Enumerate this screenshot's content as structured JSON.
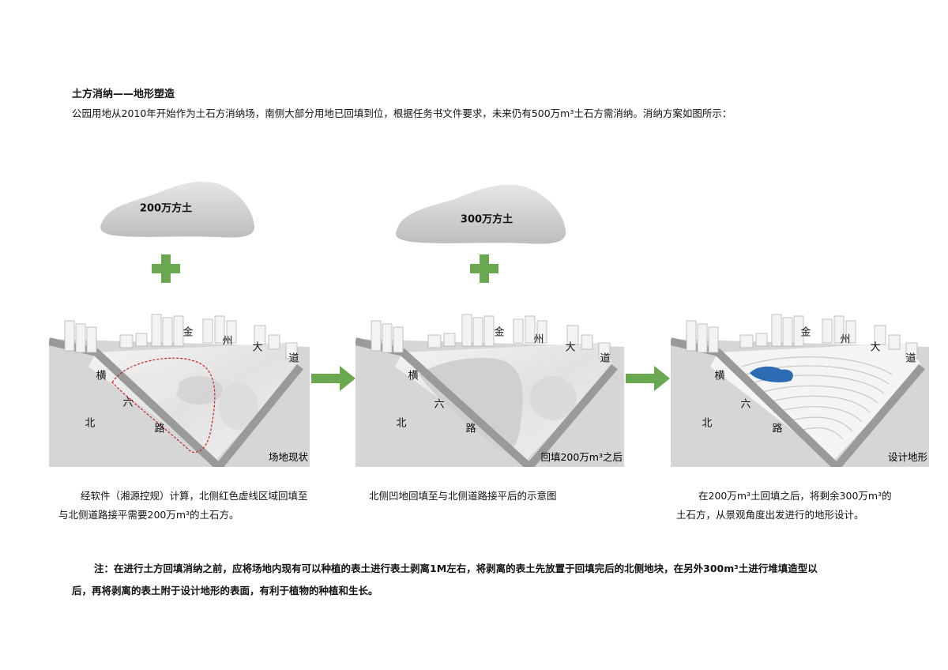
{
  "heading": {
    "title": "土方消纳——地形塑造",
    "intro": "公园用地从2010年开始作为土石方消纳场，南侧大部分用地已回填到位，根据任务书文件要求，未来仍有500万m³土石方需消纳。消纳方案如图所示："
  },
  "clouds": [
    {
      "label": "200万方土"
    },
    {
      "label": "300万方土"
    }
  ],
  "road_chars": {
    "north_heng": "横",
    "north_liu": "六",
    "north_lu": "路",
    "north_bei": "北",
    "east_jin": "金",
    "east_zhou": "州",
    "east_da": "大",
    "east_dao": "道"
  },
  "panels": [
    {
      "label": "场地现状"
    },
    {
      "label": "回填200万m³之后"
    },
    {
      "label": "设计地形"
    }
  ],
  "captions": [
    {
      "line1": "经软件（湘源控规）计算，北侧红色虚线区域回填至",
      "line2": "与北侧道路接平需要200万m³的土石方。"
    },
    {
      "line1": "北侧凹地回填至与北侧道路接平后的示意图",
      "line2": ""
    },
    {
      "line1": "在200万m³土回填之后，将剩余300万m³的",
      "line2": "土石方，从景观角度出发进行的地形设计。"
    }
  ],
  "note": {
    "line1": "注：在进行土方回填消纳之前，应将场地内现有可以种植的表土进行表土剥离1M左右，将剥离的表土先放置于回填完后的北侧地块，在另外300m³土进行堆填造型以",
    "line2": "后，再将剥离的表土附于设计地形的表面，有利于植物的种植和生长。"
  },
  "colors": {
    "plus_green": "#6aa84f",
    "arrow_green": "#6aa84f",
    "dashed_red": "#cc2222",
    "water_blue": "#2b6cb5",
    "cloud_gray": "#cfcfcf"
  }
}
